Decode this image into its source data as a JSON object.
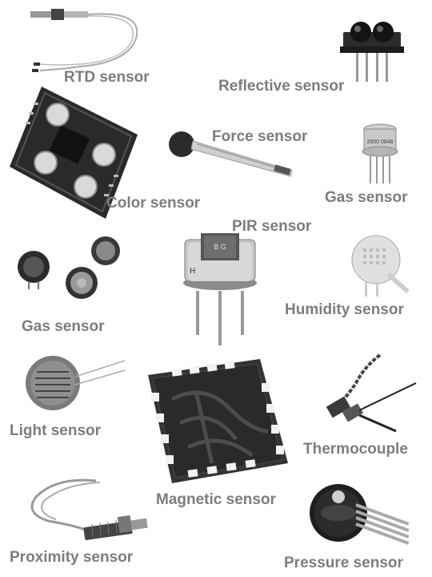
{
  "sensors": {
    "rtd": "RTD sensor",
    "reflective": "Reflective sensor",
    "force": "Force sensor",
    "color": "Color sensor",
    "gas_top": "Gas sensor",
    "pir": "PIR sensor",
    "gas_left": "Gas sensor",
    "humidity": "Humidity sensor",
    "light": "Light sensor",
    "thermocouple": "Thermocouple",
    "magnetic": "Magnetic sensor",
    "proximity": "Proximity sensor",
    "pressure": "Pressure sensor"
  },
  "markings": {
    "pir_top": "B G",
    "pir_side": "H",
    "gas_can": "2600 0846"
  }
}
